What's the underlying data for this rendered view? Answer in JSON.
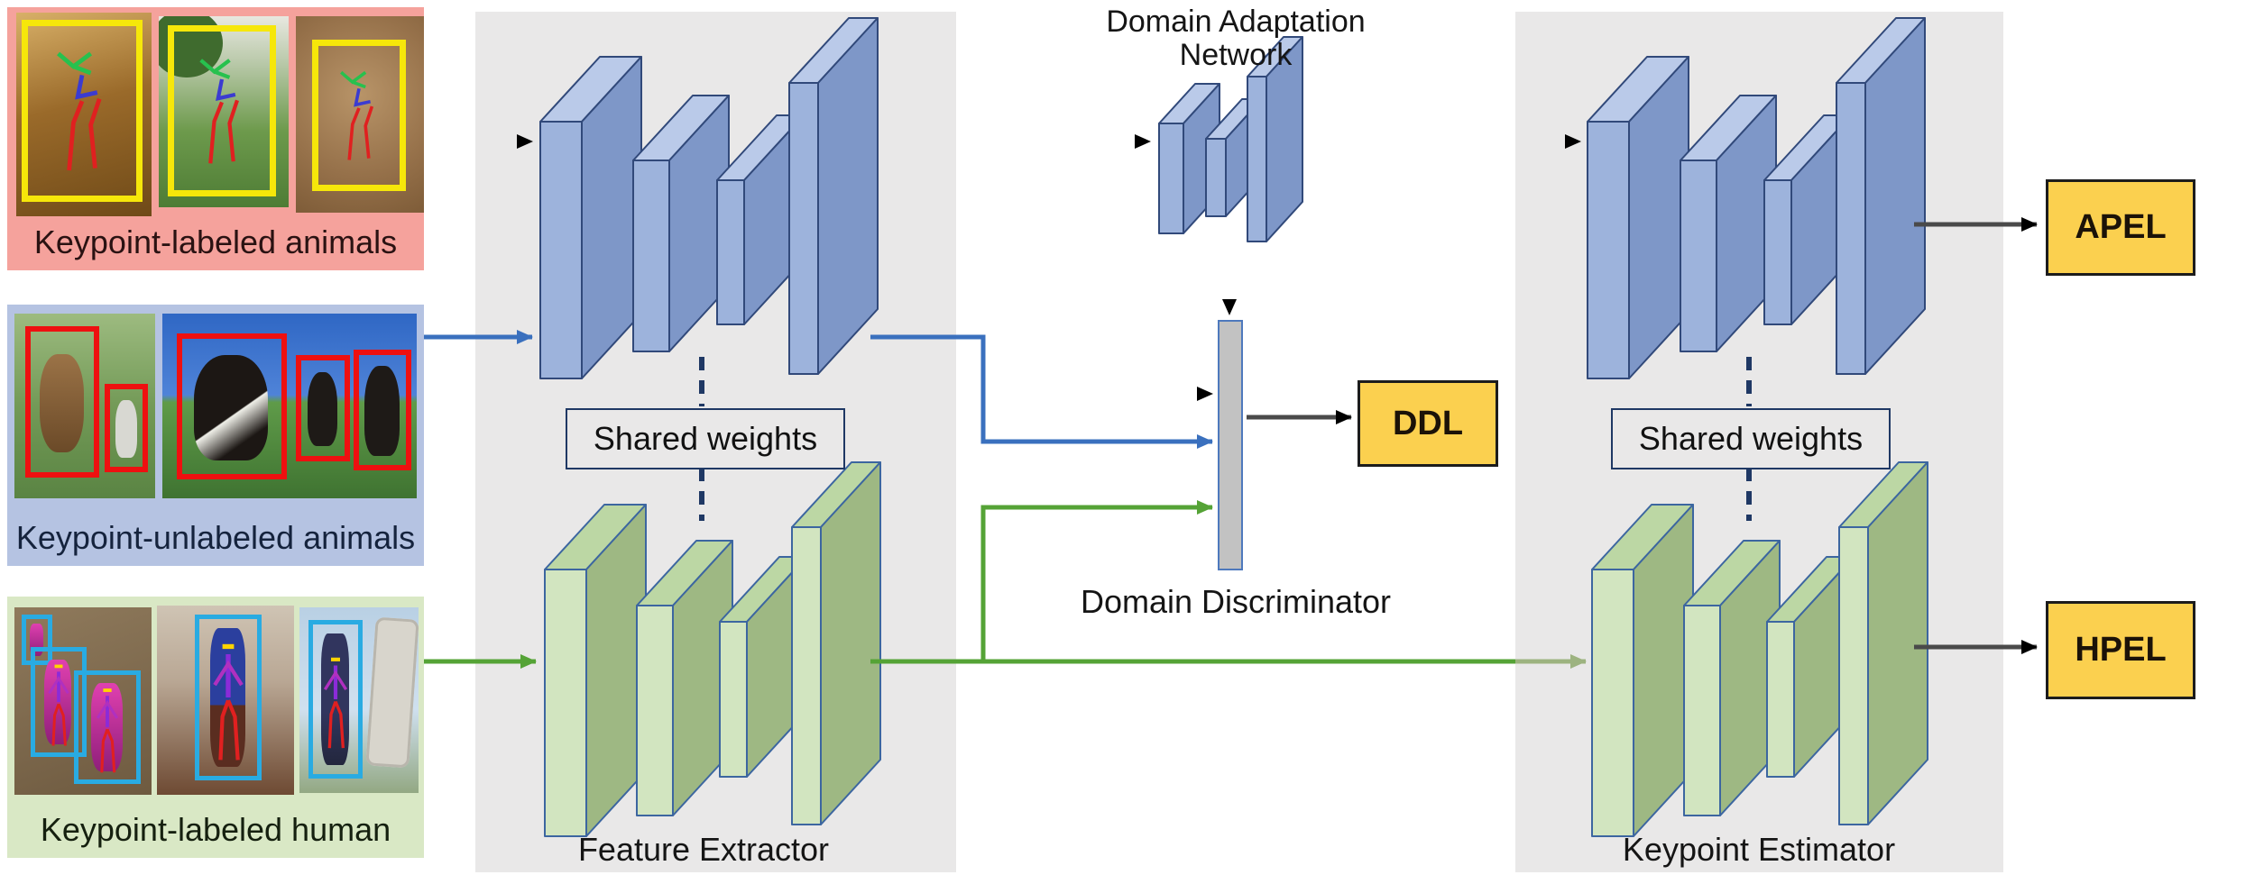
{
  "figure": {
    "dan_title": "Domain Adaptation Network",
    "domain_discriminator_label": "Domain Discriminator",
    "feature_extractor_label": "Feature Extractor",
    "keypoint_estimator_label": "Keypoint Estimator",
    "shared_weights_label": "Shared weights"
  },
  "sources": [
    {
      "label": "Keypoint-labeled animals"
    },
    {
      "label": "Keypoint-unlabeled animals"
    },
    {
      "label": "Keypoint-labeled human"
    }
  ],
  "loss_boxes": {
    "ddl": "DDL",
    "apel": "APEL",
    "hpel": "HPEL"
  },
  "colors": {
    "red": "#F society20505",
    "blue": "#3A70BE",
    "green": "#55A336",
    "sage": "#9DB380",
    "navy": "#1F3864",
    "arrowDark": "#4A4A4A",
    "blueFront": "#9DB3DC",
    "blueTop": "#BACAE9",
    "blueSide": "#7E97C8",
    "blueStroke": "#31497A",
    "greenFront": "#D2E5C0",
    "greenTop": "#BCD7A4",
    "greenSide": "#9EB883",
    "greenStroke": "#3C66A0",
    "panel": "#E9E8E8",
    "srcPink": "#F5A29C",
    "srcBlue": "#B5C3E2",
    "srcGreen": "#D9E8C5",
    "yellow": "#FBD04F",
    "yellowBorder": "#1C1C1C",
    "barFill": "#C2C2C2",
    "barStroke": "#4E79BD",
    "bboxYellow": "#F6E70A",
    "bboxRed": "#EE1010",
    "bboxCyan": "#29ABE2",
    "textDark": "#151515"
  }
}
